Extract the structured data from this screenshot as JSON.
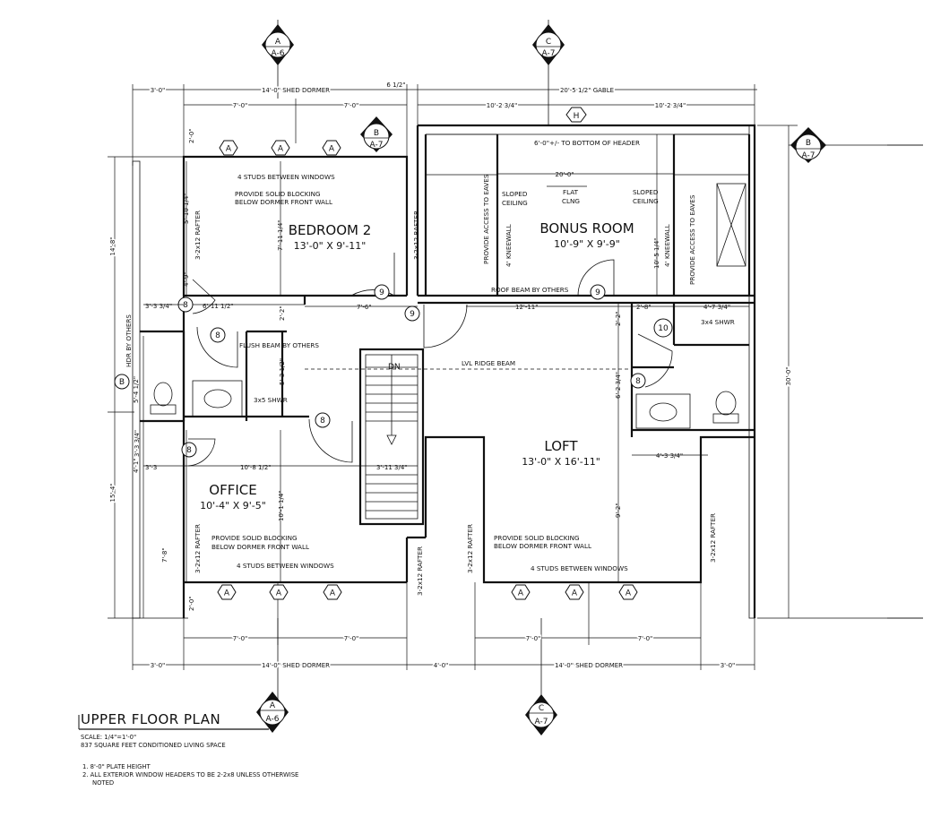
{
  "plan": {
    "title": "UPPER FLOOR PLAN",
    "scale": "SCALE: 1/4\"=1'-0\"",
    "area": "837 SQUARE FEET CONDITIONED LIVING SPACE",
    "notes": [
      "1. 8'-0\" PLATE HEIGHT",
      "2. ALL EXTERIOR WINDOW HEADERS TO BE 2-2x8 UNLESS OTHERWISE",
      "NOTED"
    ]
  },
  "rooms": {
    "bedroom2": {
      "name": "BEDROOM 2",
      "size": "13'-0\" X 9'-11\""
    },
    "bonus": {
      "name": "BONUS ROOM",
      "size": "10'-9\" X 9'-9\""
    },
    "office": {
      "name": "OFFICE",
      "size": "10'-4\" X 9'-5\""
    },
    "loft": {
      "name": "LOFT",
      "size": "13'-0\" X 16'-11\""
    }
  },
  "notes": {
    "studs": "4 STUDS BETWEEN WINDOWS",
    "blocking1": "PROVIDE SOLID BLOCKING",
    "blocking2": "BELOW DORMER FRONT WALL",
    "header_bottom": "6'-0\"+/- TO BOTTOM OF HEADER",
    "sloped": "SLOPED",
    "ceiling": "CEILING",
    "flat": "FLAT",
    "clng": "CLNG",
    "access_eaves": "PROVIDE ACCESS TO EAVES",
    "kneewall": "4' KNEEWALL",
    "roof_beam": "ROOF BEAM BY OTHERS",
    "flush_beam": "FLUSH BEAM BY OTHERS",
    "lvl_ridge": "LVL RIDGE BEAM",
    "dn": "DN",
    "hdr_by_others": "HDR BY OTHERS",
    "rafter": "3-2x12 RAFTER",
    "shwr_3x4": "3x4 SHWR",
    "shwr_3x5": "3x5 SHWR"
  },
  "dims": {
    "top": [
      "3'-0\"",
      "14'-0\" SHED DORMER",
      "6 1/2\"",
      "20'-5 1/2\" GABLE"
    ],
    "top2": [
      "7'-0\"",
      "7'-0\"",
      "10'-2 3/4\"",
      "10'-2 3/4\""
    ],
    "bottom": [
      "3'-0\"",
      "14'-0\" SHED DORMER",
      "4'-0\"",
      "14'-0\" SHED DORMER",
      "3'-0\""
    ],
    "bottom2": [
      "7'-0\"",
      "7'-0\"",
      "7'-0\"",
      "7'-0\""
    ],
    "left": [
      "14'-8\"",
      "15'-4\""
    ],
    "right": [
      "30'-0\""
    ],
    "bonus_width": "20'-0\"",
    "interior": [
      "2'-0\"",
      "5'-10 1/4\"",
      "4'-9\"",
      "7'-11 1/4\"",
      "3'-3 3/4\"",
      "6'-11 1/2\"",
      "2'-2\"",
      "7'-6\"",
      "12'-11\"",
      "10'-5 1/4\"",
      "2'-8\"",
      "4'-7 3/4\"",
      "2'-2\"",
      "5'-4 1/2\"",
      "5'-3 1/2\"",
      "6'-2 3/4\"",
      "4'-3 3/4\"",
      "3'-3 3/4\"",
      "3'-3",
      "4'-1\"",
      "10'-8 1/2\"",
      "3'-11 3/4\"",
      "10'-1 1/4\"",
      "7'-8\"",
      "2'-0\"",
      "9'-2\""
    ]
  },
  "tags": {
    "window": "A",
    "door8": "8",
    "door9": "9",
    "door10": "10",
    "gable": "H",
    "hdr": "B"
  },
  "sections": {
    "a_top": {
      "letter": "A",
      "sheet": "A-6"
    },
    "c_top": {
      "letter": "C",
      "sheet": "A-7"
    },
    "b_top": {
      "letter": "B",
      "sheet": "A-7"
    },
    "b_right": {
      "letter": "B",
      "sheet": "A-7"
    },
    "a_bottom": {
      "letter": "A",
      "sheet": "A-6"
    },
    "c_bottom": {
      "letter": "C",
      "sheet": "A-7"
    }
  }
}
